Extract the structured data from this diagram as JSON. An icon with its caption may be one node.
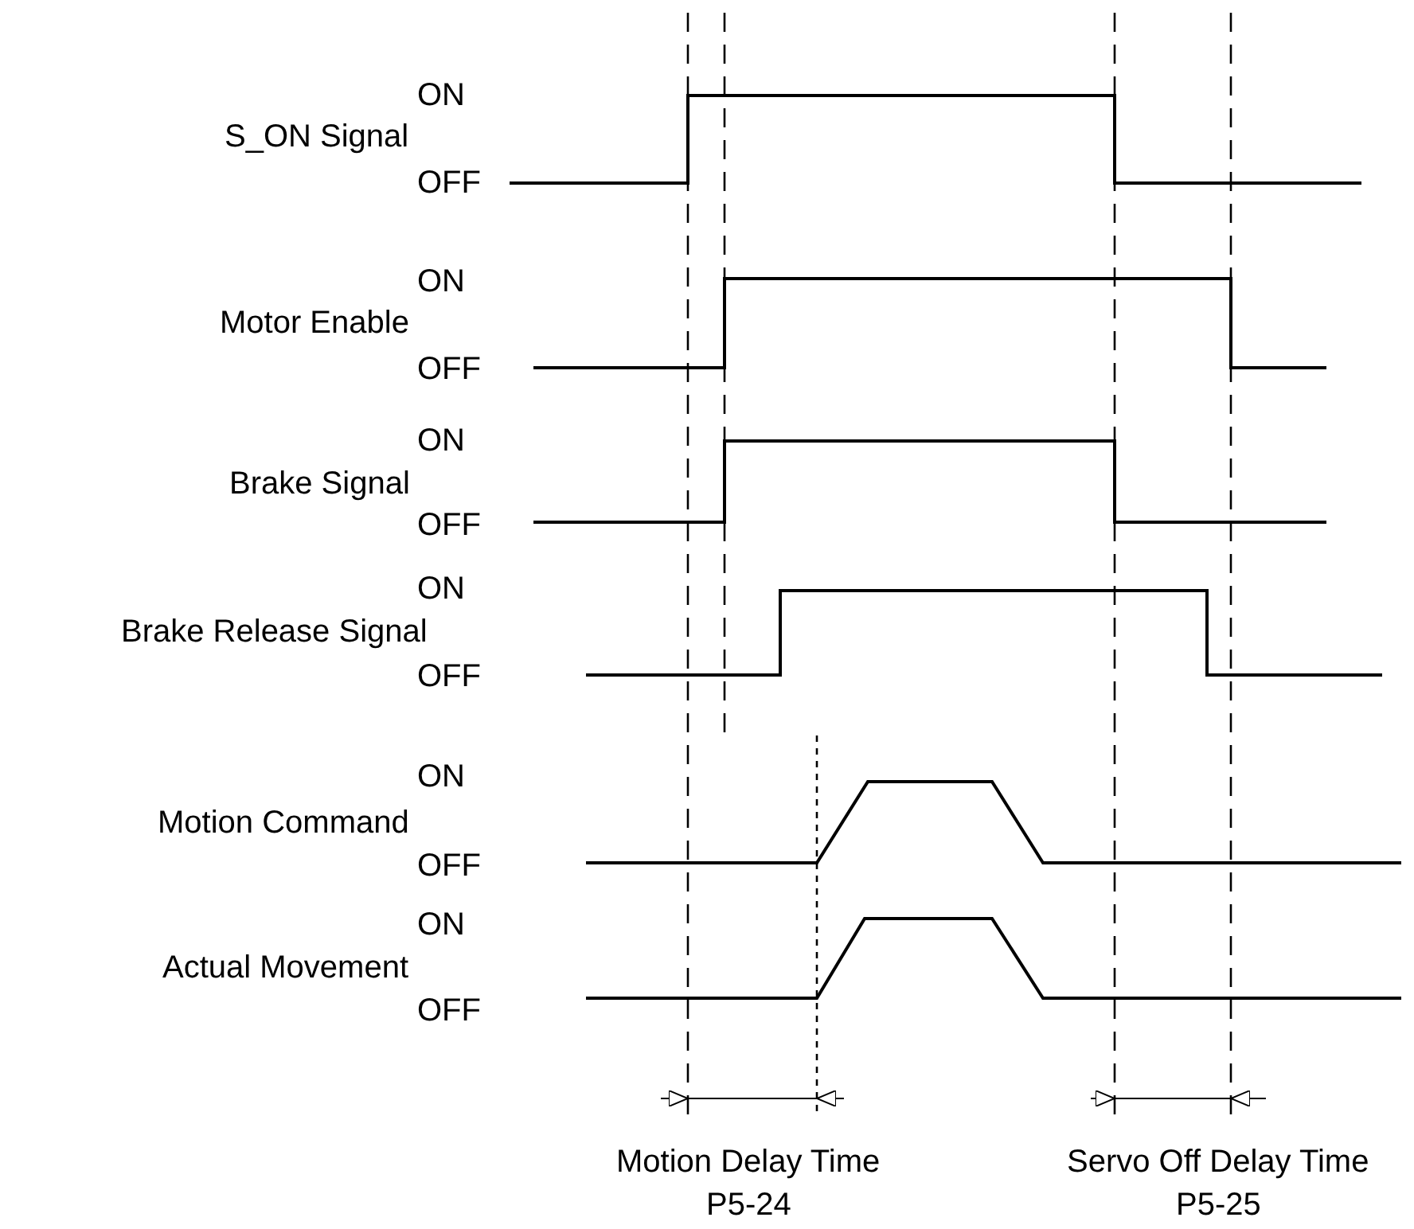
{
  "diagram": {
    "labels": [
      "ON",
      "S_ON Signal",
      "OFF",
      "ON",
      "Motor Enable",
      "OFF",
      "ON",
      "Brake Signal",
      "OFF",
      "ON",
      "Brake Release Signal",
      "OFF",
      "ON",
      "Motion Command",
      "OFF",
      "ON",
      "Actual Movement",
      "OFF",
      "Motion Delay Time",
      "P5-24",
      "Servo Off Delay Time",
      "P5-25"
    ]
  }
}
